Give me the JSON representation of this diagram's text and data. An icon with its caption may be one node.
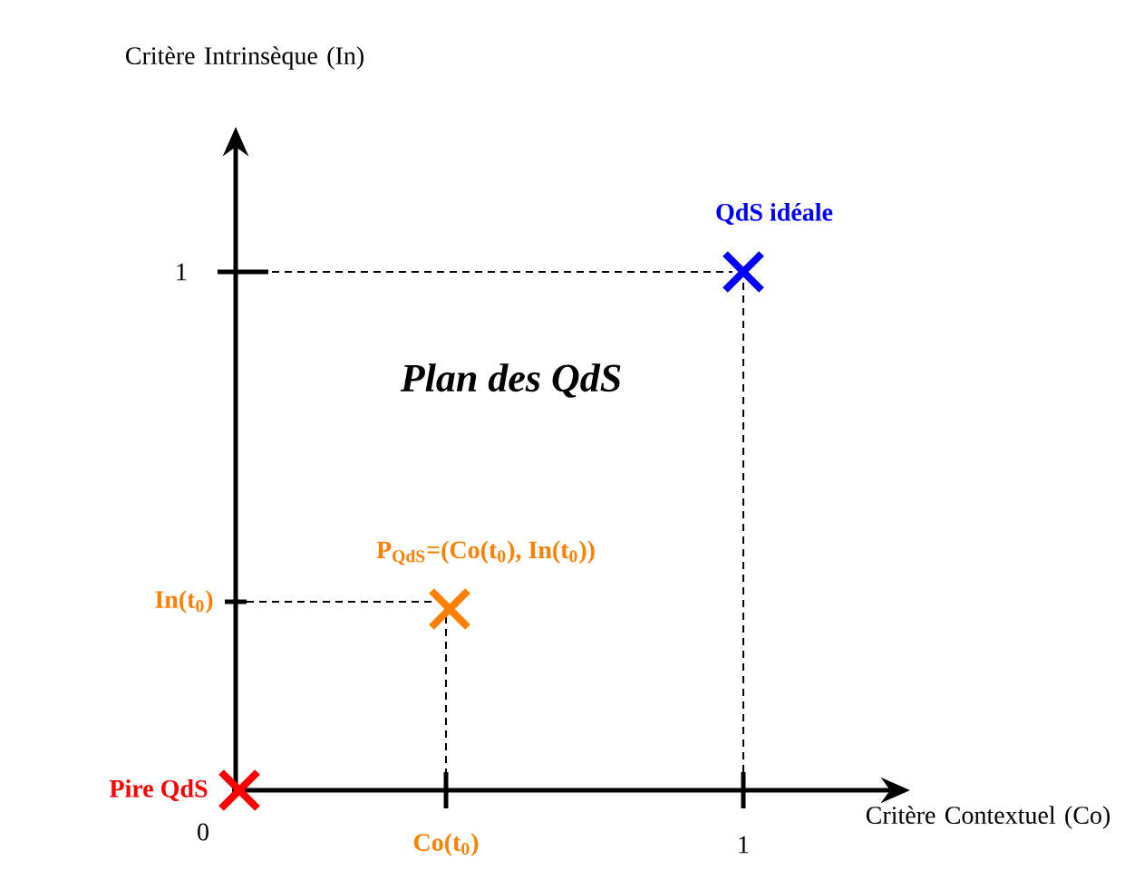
{
  "diagram": {
    "labels": [
      "Critère Intrinsèque (In)",
      "QdS idéale",
      "1",
      "Plan des QdS",
      "P$_{QdS}$=(Co(t$_{0}$), In(t$_{0}$))",
      "In(t$_{0}$)",
      "Pire QdS",
      "Critère Contextuel (Co)",
      "0",
      "Co(t$_{0}$)",
      "1"
    ]
  }
}
